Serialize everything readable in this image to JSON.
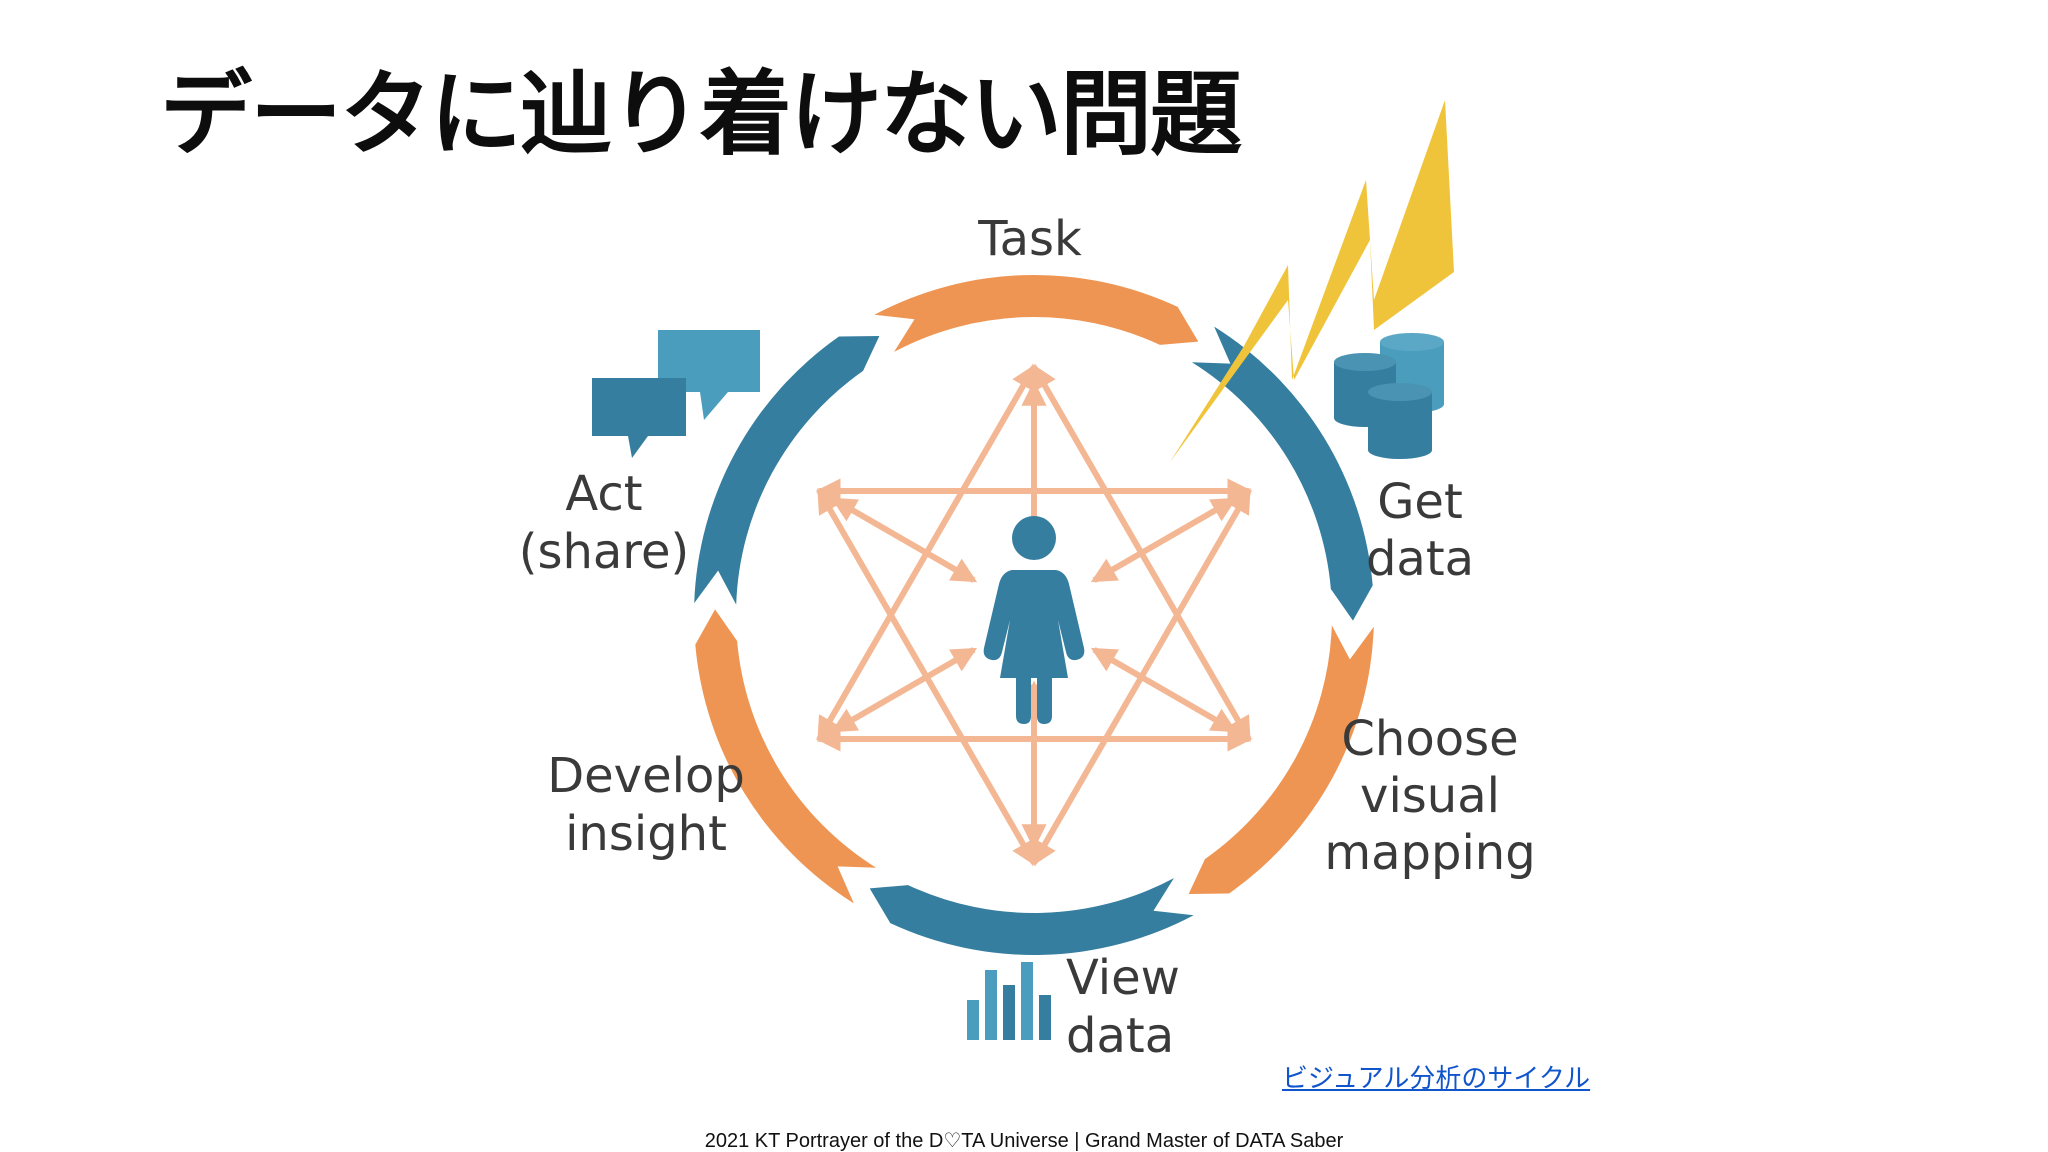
{
  "slide": {
    "title": "データに辿り着けない問題",
    "link_text": "ビジュアル分析のサイクル",
    "footer": "2021 KT  Portrayer of the D♡TA Universe | Grand Master of DATA Saber"
  },
  "cycle": {
    "labels": {
      "task": "Task",
      "get_data_line1": "Get",
      "get_data_line2": "data",
      "choose_line1": "Choose",
      "choose_line2": "visual",
      "choose_line3": "mapping",
      "view_line1": "View",
      "view_line2": "data",
      "develop_line1": "Develop",
      "develop_line2": "insight",
      "act_line1": "Act",
      "act_line2": "(share)"
    },
    "colors": {
      "orange": "#ee9553",
      "blue": "#357e9f",
      "arrow": "#f3b794",
      "lightning": "#f0c43a",
      "icon_light": "#4b9dbd"
    },
    "icons": [
      "speech-bubbles-icon",
      "database-icon",
      "person-icon",
      "bar-chart-icon",
      "lightning-bolt-icon"
    ]
  }
}
